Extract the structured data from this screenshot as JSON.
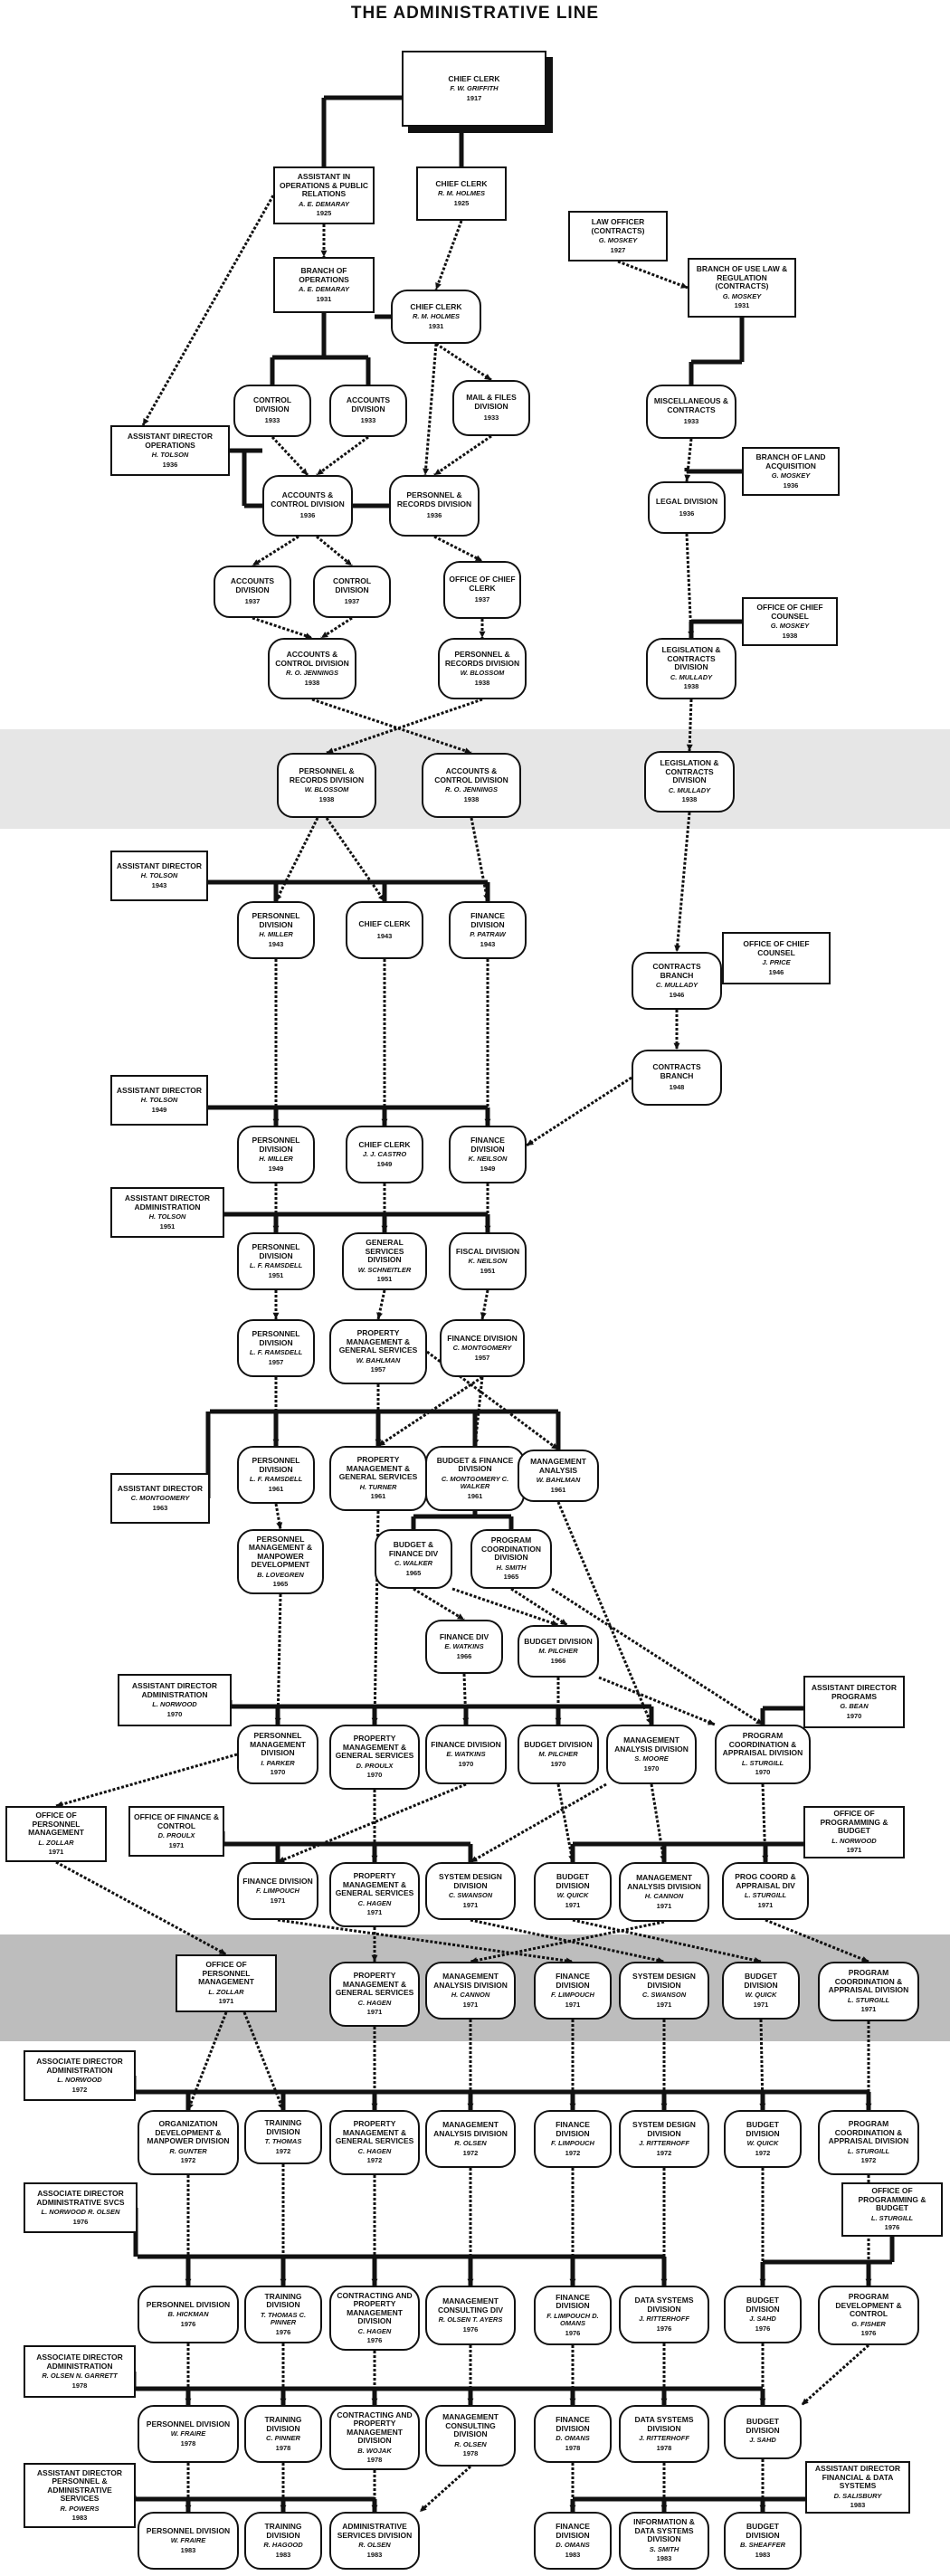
{
  "title": "THE ADMINISTRATIVE LINE",
  "nodes": [
    {
      "id": "n1",
      "title": "CHIEF CLERK",
      "person": "F. W. GRIFFITH",
      "year": "1917"
    },
    {
      "id": "n2",
      "title": "ASSISTANT IN OPERATIONS & PUBLIC RELATIONS",
      "person": "A. E. DEMARAY",
      "year": "1925"
    },
    {
      "id": "n3",
      "title": "CHIEF CLERK",
      "person": "R. M. HOLMES",
      "year": "1925"
    },
    {
      "id": "n4",
      "title": "LAW OFFICER (CONTRACTS)",
      "person": "G. MOSKEY",
      "year": "1927"
    },
    {
      "id": "n5",
      "title": "BRANCH OF OPERATIONS",
      "person": "A. E. DEMARAY",
      "year": "1931"
    },
    {
      "id": "n6",
      "title": "CHIEF CLERK",
      "person": "R. M. HOLMES",
      "year": "1931"
    },
    {
      "id": "n7",
      "title": "BRANCH OF USE LAW & REGULATION (CONTRACTS)",
      "person": "G. MOSKEY",
      "year": "1931"
    },
    {
      "id": "n8",
      "title": "CONTROL DIVISION",
      "person": "",
      "year": "1933"
    },
    {
      "id": "n9",
      "title": "ACCOUNTS DIVISION",
      "person": "",
      "year": "1933"
    },
    {
      "id": "n10",
      "title": "MAIL & FILES DIVISION",
      "person": "",
      "year": "1933"
    },
    {
      "id": "n11",
      "title": "MISCELLANEOUS & CONTRACTS",
      "person": "",
      "year": "1933"
    },
    {
      "id": "n12",
      "title": "ASSISTANT DIRECTOR OPERATIONS",
      "person": "H. TOLSON",
      "year": "1936"
    },
    {
      "id": "n13",
      "title": "BRANCH OF LAND ACQUISITION",
      "person": "G. MOSKEY",
      "year": "1936"
    },
    {
      "id": "n14",
      "title": "ACCOUNTS & CONTROL DIVISION",
      "person": "",
      "year": "1936"
    },
    {
      "id": "n15",
      "title": "PERSONNEL & RECORDS DIVISION",
      "person": "",
      "year": "1936"
    },
    {
      "id": "n16",
      "title": "LEGAL DIVISION",
      "person": "",
      "year": "1936"
    },
    {
      "id": "n17",
      "title": "ACCOUNTS DIVISION",
      "person": "",
      "year": "1937"
    },
    {
      "id": "n18",
      "title": "CONTROL DIVISION",
      "person": "",
      "year": "1937"
    },
    {
      "id": "n19",
      "title": "OFFICE OF CHIEF CLERK",
      "person": "",
      "year": "1937"
    },
    {
      "id": "n20",
      "title": "OFFICE OF CHIEF COUNSEL",
      "person": "G. MOSKEY",
      "year": "1938"
    },
    {
      "id": "n21",
      "title": "ACCOUNTS & CONTROL DIVISION",
      "person": "R. O. JENNINGS",
      "year": "1938"
    },
    {
      "id": "n22",
      "title": "PERSONNEL & RECORDS DIVISION",
      "person": "W. BLOSSOM",
      "year": "1938"
    },
    {
      "id": "n23",
      "title": "LEGISLATION & CONTRACTS DIVISION",
      "person": "C. MULLADY",
      "year": "1938"
    },
    {
      "id": "n24",
      "title": "PERSONNEL & RECORDS DIVISION",
      "person": "W. BLOSSOM",
      "year": "1938"
    },
    {
      "id": "n25",
      "title": "ACCOUNTS & CONTROL DIVISION",
      "person": "R. O. JENNINGS",
      "year": "1938"
    },
    {
      "id": "n26",
      "title": "LEGISLATION & CONTRACTS DIVISION",
      "person": "C. MULLADY",
      "year": "1938"
    },
    {
      "id": "n27",
      "title": "ASSISTANT DIRECTOR",
      "person": "H. TOLSON",
      "year": "1943"
    },
    {
      "id": "n28",
      "title": "PERSONNEL DIVISION",
      "person": "H. MILLER",
      "year": "1943"
    },
    {
      "id": "n29",
      "title": "CHIEF CLERK",
      "person": "",
      "year": "1943"
    },
    {
      "id": "n30",
      "title": "FINANCE DIVISION",
      "person": "P. PATRAW",
      "year": "1943"
    },
    {
      "id": "n31",
      "title": "OFFICE OF CHIEF COUNSEL",
      "person": "J. PRICE",
      "year": "1946"
    },
    {
      "id": "n32",
      "title": "CONTRACTS BRANCH",
      "person": "C. MULLADY",
      "year": "1946"
    },
    {
      "id": "n33",
      "title": "CONTRACTS BRANCH",
      "person": "",
      "year": "1948"
    },
    {
      "id": "n34",
      "title": "ASSISTANT DIRECTOR",
      "person": "H. TOLSON",
      "year": "1949"
    },
    {
      "id": "n35",
      "title": "PERSONNEL DIVISION",
      "person": "H. MILLER",
      "year": "1949"
    },
    {
      "id": "n36",
      "title": "CHIEF CLERK",
      "person": "J. J. CASTRO",
      "year": "1949"
    },
    {
      "id": "n37",
      "title": "FINANCE DIVISION",
      "person": "K. NEILSON",
      "year": "1949"
    },
    {
      "id": "n38",
      "title": "ASSISTANT DIRECTOR ADMINISTRATION",
      "person": "H. TOLSON",
      "year": "1951"
    },
    {
      "id": "n39",
      "title": "PERSONNEL DIVISION",
      "person": "L. F. RAMSDELL",
      "year": "1951"
    },
    {
      "id": "n40",
      "title": "GENERAL SERVICES DIVISION",
      "person": "W. SCHNEITLER",
      "year": "1951"
    },
    {
      "id": "n41",
      "title": "FISCAL DIVISION",
      "person": "K. NEILSON",
      "year": "1951"
    },
    {
      "id": "n42",
      "title": "PERSONNEL DIVISION",
      "person": "L. F. RAMSDELL",
      "year": "1957"
    },
    {
      "id": "n43",
      "title": "PROPERTY MANAGEMENT & GENERAL SERVICES",
      "person": "W. BAHLMAN",
      "year": "1957"
    },
    {
      "id": "n44",
      "title": "FINANCE DIVISION",
      "person": "C. MONTGOMERY",
      "year": "1957"
    },
    {
      "id": "n45",
      "title": "PERSONNEL DIVISION",
      "person": "L. F. RAMSDELL",
      "year": "1961"
    },
    {
      "id": "n46",
      "title": "PROPERTY MANAGEMENT & GENERAL SERVICES",
      "person": "H. TURNER",
      "year": "1961"
    },
    {
      "id": "n47",
      "title": "BUDGET & FINANCE DIVISION",
      "person": "C. MONTGOMERY C. WALKER",
      "year": "1961"
    },
    {
      "id": "n48",
      "title": "MANAGEMENT ANALYSIS",
      "person": "W. BAHLMAN",
      "year": "1961"
    },
    {
      "id": "n49",
      "title": "ASSISTANT DIRECTOR",
      "person": "C. MONTGOMERY",
      "year": "1963"
    },
    {
      "id": "n50",
      "title": "PERSONNEL MANAGEMENT & MANPOWER DEVELOPMENT",
      "person": "B. LOVEGREN",
      "year": "1965"
    },
    {
      "id": "n51",
      "title": "BUDGET & FINANCE DIV",
      "person": "C. WALKER",
      "year": "1965"
    },
    {
      "id": "n52",
      "title": "PROGRAM COORDINATION DIVISION",
      "person": "H. SMITH",
      "year": "1965"
    },
    {
      "id": "n53",
      "title": "FINANCE DIV",
      "person": "E. WATKINS",
      "year": "1966"
    },
    {
      "id": "n54",
      "title": "BUDGET DIVISION",
      "person": "M. PILCHER",
      "year": "1966"
    },
    {
      "id": "n55",
      "title": "ASSISTANT DIRECTOR ADMINISTRATION",
      "person": "L. NORWOOD",
      "year": "1970"
    },
    {
      "id": "n56",
      "title": "ASSISTANT DIRECTOR PROGRAMS",
      "person": "G. BEAN",
      "year": "1970"
    },
    {
      "id": "n57",
      "title": "PERSONNEL MANAGEMENT DIVISION",
      "person": "I. PARKER",
      "year": "1970"
    },
    {
      "id": "n58",
      "title": "PROPERTY MANAGEMENT & GENERAL SERVICES",
      "person": "D. PROULX",
      "year": "1970"
    },
    {
      "id": "n59",
      "title": "FINANCE DIVISION",
      "person": "E. WATKINS",
      "year": "1970"
    },
    {
      "id": "n60",
      "title": "BUDGET DIVISION",
      "person": "M. PILCHER",
      "year": "1970"
    },
    {
      "id": "n61",
      "title": "MANAGEMENT ANALYSIS DIVISION",
      "person": "S. MOORE",
      "year": "1970"
    },
    {
      "id": "n62",
      "title": "PROGRAM COORDINATION & APPRAISAL DIVISION",
      "person": "L. STURGILL",
      "year": "1970"
    },
    {
      "id": "n63",
      "title": "OFFICE OF PERSONNEL MANAGEMENT",
      "person": "L. ZOLLAR",
      "year": "1971"
    },
    {
      "id": "n64",
      "title": "OFFICE OF FINANCE & CONTROL",
      "person": "D. PROULX",
      "year": "1971"
    },
    {
      "id": "n65",
      "title": "OFFICE OF PROGRAMMING & BUDGET",
      "person": "L. NORWOOD",
      "year": "1971"
    },
    {
      "id": "n66",
      "title": "FINANCE DIVISION",
      "person": "F. LIMPOUCH",
      "year": "1971"
    },
    {
      "id": "n67",
      "title": "PROPERTY MANAGEMENT & GENERAL SERVICES",
      "person": "C. HAGEN",
      "year": "1971"
    },
    {
      "id": "n68",
      "title": "SYSTEM DESIGN DIVISION",
      "person": "C. SWANSON",
      "year": "1971"
    },
    {
      "id": "n69",
      "title": "BUDGET DIVISION",
      "person": "W. QUICK",
      "year": "1971"
    },
    {
      "id": "n70",
      "title": "MANAGEMENT ANALYSIS DIVISION",
      "person": "H. CANNON",
      "year": "1971"
    },
    {
      "id": "n71",
      "title": "PROG COORD & APPRAISAL DIV",
      "person": "L. STURGILL",
      "year": "1971"
    },
    {
      "id": "n72",
      "title": "OFFICE OF PERSONNEL MANAGEMENT",
      "person": "L. ZOLLAR",
      "year": "1971"
    },
    {
      "id": "n73",
      "title": "PROPERTY MANAGEMENT & GENERAL SERVICES",
      "person": "C. HAGEN",
      "year": "1971"
    },
    {
      "id": "n74",
      "title": "MANAGEMENT ANALYSIS DIVISION",
      "person": "H. CANNON",
      "year": "1971"
    },
    {
      "id": "n75",
      "title": "FINANCE DIVISION",
      "person": "F. LIMPOUCH",
      "year": "1971"
    },
    {
      "id": "n76",
      "title": "SYSTEM DESIGN DIVISION",
      "person": "C. SWANSON",
      "year": "1971"
    },
    {
      "id": "n77",
      "title": "BUDGET DIVISION",
      "person": "W. QUICK",
      "year": "1971"
    },
    {
      "id": "n78",
      "title": "PROGRAM COORDINATION & APPRAISAL DIVISION",
      "person": "L. STURGILL",
      "year": "1971"
    },
    {
      "id": "n79",
      "title": "ASSOCIATE DIRECTOR ADMINISTRATION",
      "person": "L. NORWOOD",
      "year": "1972"
    },
    {
      "id": "n80",
      "title": "ORGANIZATION DEVELOPMENT & MANPOWER DIVISION",
      "person": "R. GUNTER",
      "year": "1972"
    },
    {
      "id": "n81",
      "title": "TRAINING DIVISION",
      "person": "T. THOMAS",
      "year": "1972"
    },
    {
      "id": "n82",
      "title": "PROPERTY MANAGEMENT & GENERAL SERVICES",
      "person": "C. HAGEN",
      "year": "1972"
    },
    {
      "id": "n83",
      "title": "MANAGEMENT ANALYSIS DIVISION",
      "person": "R. OLSEN",
      "year": "1972"
    },
    {
      "id": "n84",
      "title": "FINANCE DIVISION",
      "person": "F. LIMPOUCH",
      "year": "1972"
    },
    {
      "id": "n85",
      "title": "SYSTEM DESIGN DIVISION",
      "person": "J. RITTERHOFF",
      "year": "1972"
    },
    {
      "id": "n86",
      "title": "BUDGET DIVISION",
      "person": "W. QUICK",
      "year": "1972"
    },
    {
      "id": "n87",
      "title": "PROGRAM COORDINATION & APPRAISAL DIVISION",
      "person": "L. STURGILL",
      "year": "1972"
    },
    {
      "id": "n88",
      "title": "ASSOCIATE DIRECTOR ADMINISTRATIVE SVCS",
      "person": "L. NORWOOD R. OLSEN",
      "year": "1976"
    },
    {
      "id": "n89",
      "title": "OFFICE OF PROGRAMMING & BUDGET",
      "person": "L. STURGILL",
      "year": "1976"
    },
    {
      "id": "n90",
      "title": "PERSONNEL DIVISION",
      "person": "B. HICKMAN",
      "year": "1976"
    },
    {
      "id": "n91",
      "title": "TRAINING DIVISION",
      "person": "T. THOMAS C. PINNER",
      "year": "1976"
    },
    {
      "id": "n92",
      "title": "CONTRACTING AND PROPERTY MANAGEMENT DIVISION",
      "person": "C. HAGEN",
      "year": "1976"
    },
    {
      "id": "n93",
      "title": "MANAGEMENT CONSULTING DIV",
      "person": "R. OLSEN T. AYERS",
      "year": "1976"
    },
    {
      "id": "n94",
      "title": "FINANCE DIVISION",
      "person": "F. LIMPOUCH D. OMANS",
      "year": "1976"
    },
    {
      "id": "n95",
      "title": "DATA SYSTEMS DIVISION",
      "person": "J. RITTERHOFF",
      "year": "1976"
    },
    {
      "id": "n96",
      "title": "BUDGET DIVISION",
      "person": "J. SAHD",
      "year": "1976"
    },
    {
      "id": "n97",
      "title": "PROGRAM DEVELOPMENT & CONTROL",
      "person": "G. FISHER",
      "year": "1976"
    },
    {
      "id": "n98",
      "title": "ASSOCIATE DIRECTOR ADMINISTRATION",
      "person": "R. OLSEN N. GARRETT",
      "year": "1978"
    },
    {
      "id": "n99",
      "title": "PERSONNEL DIVISION",
      "person": "W. FRAIRE",
      "year": "1978"
    },
    {
      "id": "n100",
      "title": "TRAINING DIVISION",
      "person": "C. PINNER",
      "year": "1978"
    },
    {
      "id": "n101",
      "title": "CONTRACTING AND PROPERTY MANAGEMENT DIVISION",
      "person": "B. WOJAK",
      "year": "1978"
    },
    {
      "id": "n102",
      "title": "MANAGEMENT CONSULTING DIVISION",
      "person": "R. OLSEN",
      "year": "1978"
    },
    {
      "id": "n103",
      "title": "FINANCE DIVISION",
      "person": "D. OMANS",
      "year": "1978"
    },
    {
      "id": "n104",
      "title": "DATA SYSTEMS DIVISION",
      "person": "J. RITTERHOFF",
      "year": "1978"
    },
    {
      "id": "n105",
      "title": "BUDGET DIVISION",
      "person": "J. SAHD",
      "year": ""
    },
    {
      "id": "n106",
      "title": "ASSISTANT DIRECTOR PERSONNEL & ADMINISTRATIVE SERVICES",
      "person": "R. POWERS",
      "year": "1983"
    },
    {
      "id": "n107",
      "title": "ASSISTANT DIRECTOR FINANCIAL & DATA SYSTEMS",
      "person": "D. SALISBURY",
      "year": "1983"
    },
    {
      "id": "n108",
      "title": "PERSONNEL DIVISION",
      "person": "W. FRAIRE",
      "year": "1983"
    },
    {
      "id": "n109",
      "title": "TRAINING DIVISION",
      "person": "R. HAGOOD",
      "year": "1983"
    },
    {
      "id": "n110",
      "title": "ADMINISTRATIVE SERVICES DIVISION",
      "person": "R. OLSEN",
      "year": "1983"
    },
    {
      "id": "n111",
      "title": "FINANCE DIVISION",
      "person": "D. OMANS",
      "year": "1983"
    },
    {
      "id": "n112",
      "title": "INFORMATION & DATA SYSTEMS DIVISION",
      "person": "S. SMITH",
      "year": "1983"
    },
    {
      "id": "n113",
      "title": "BUDGET DIVISION",
      "person": "B. SHEAFFER",
      "year": "1983"
    }
  ]
}
